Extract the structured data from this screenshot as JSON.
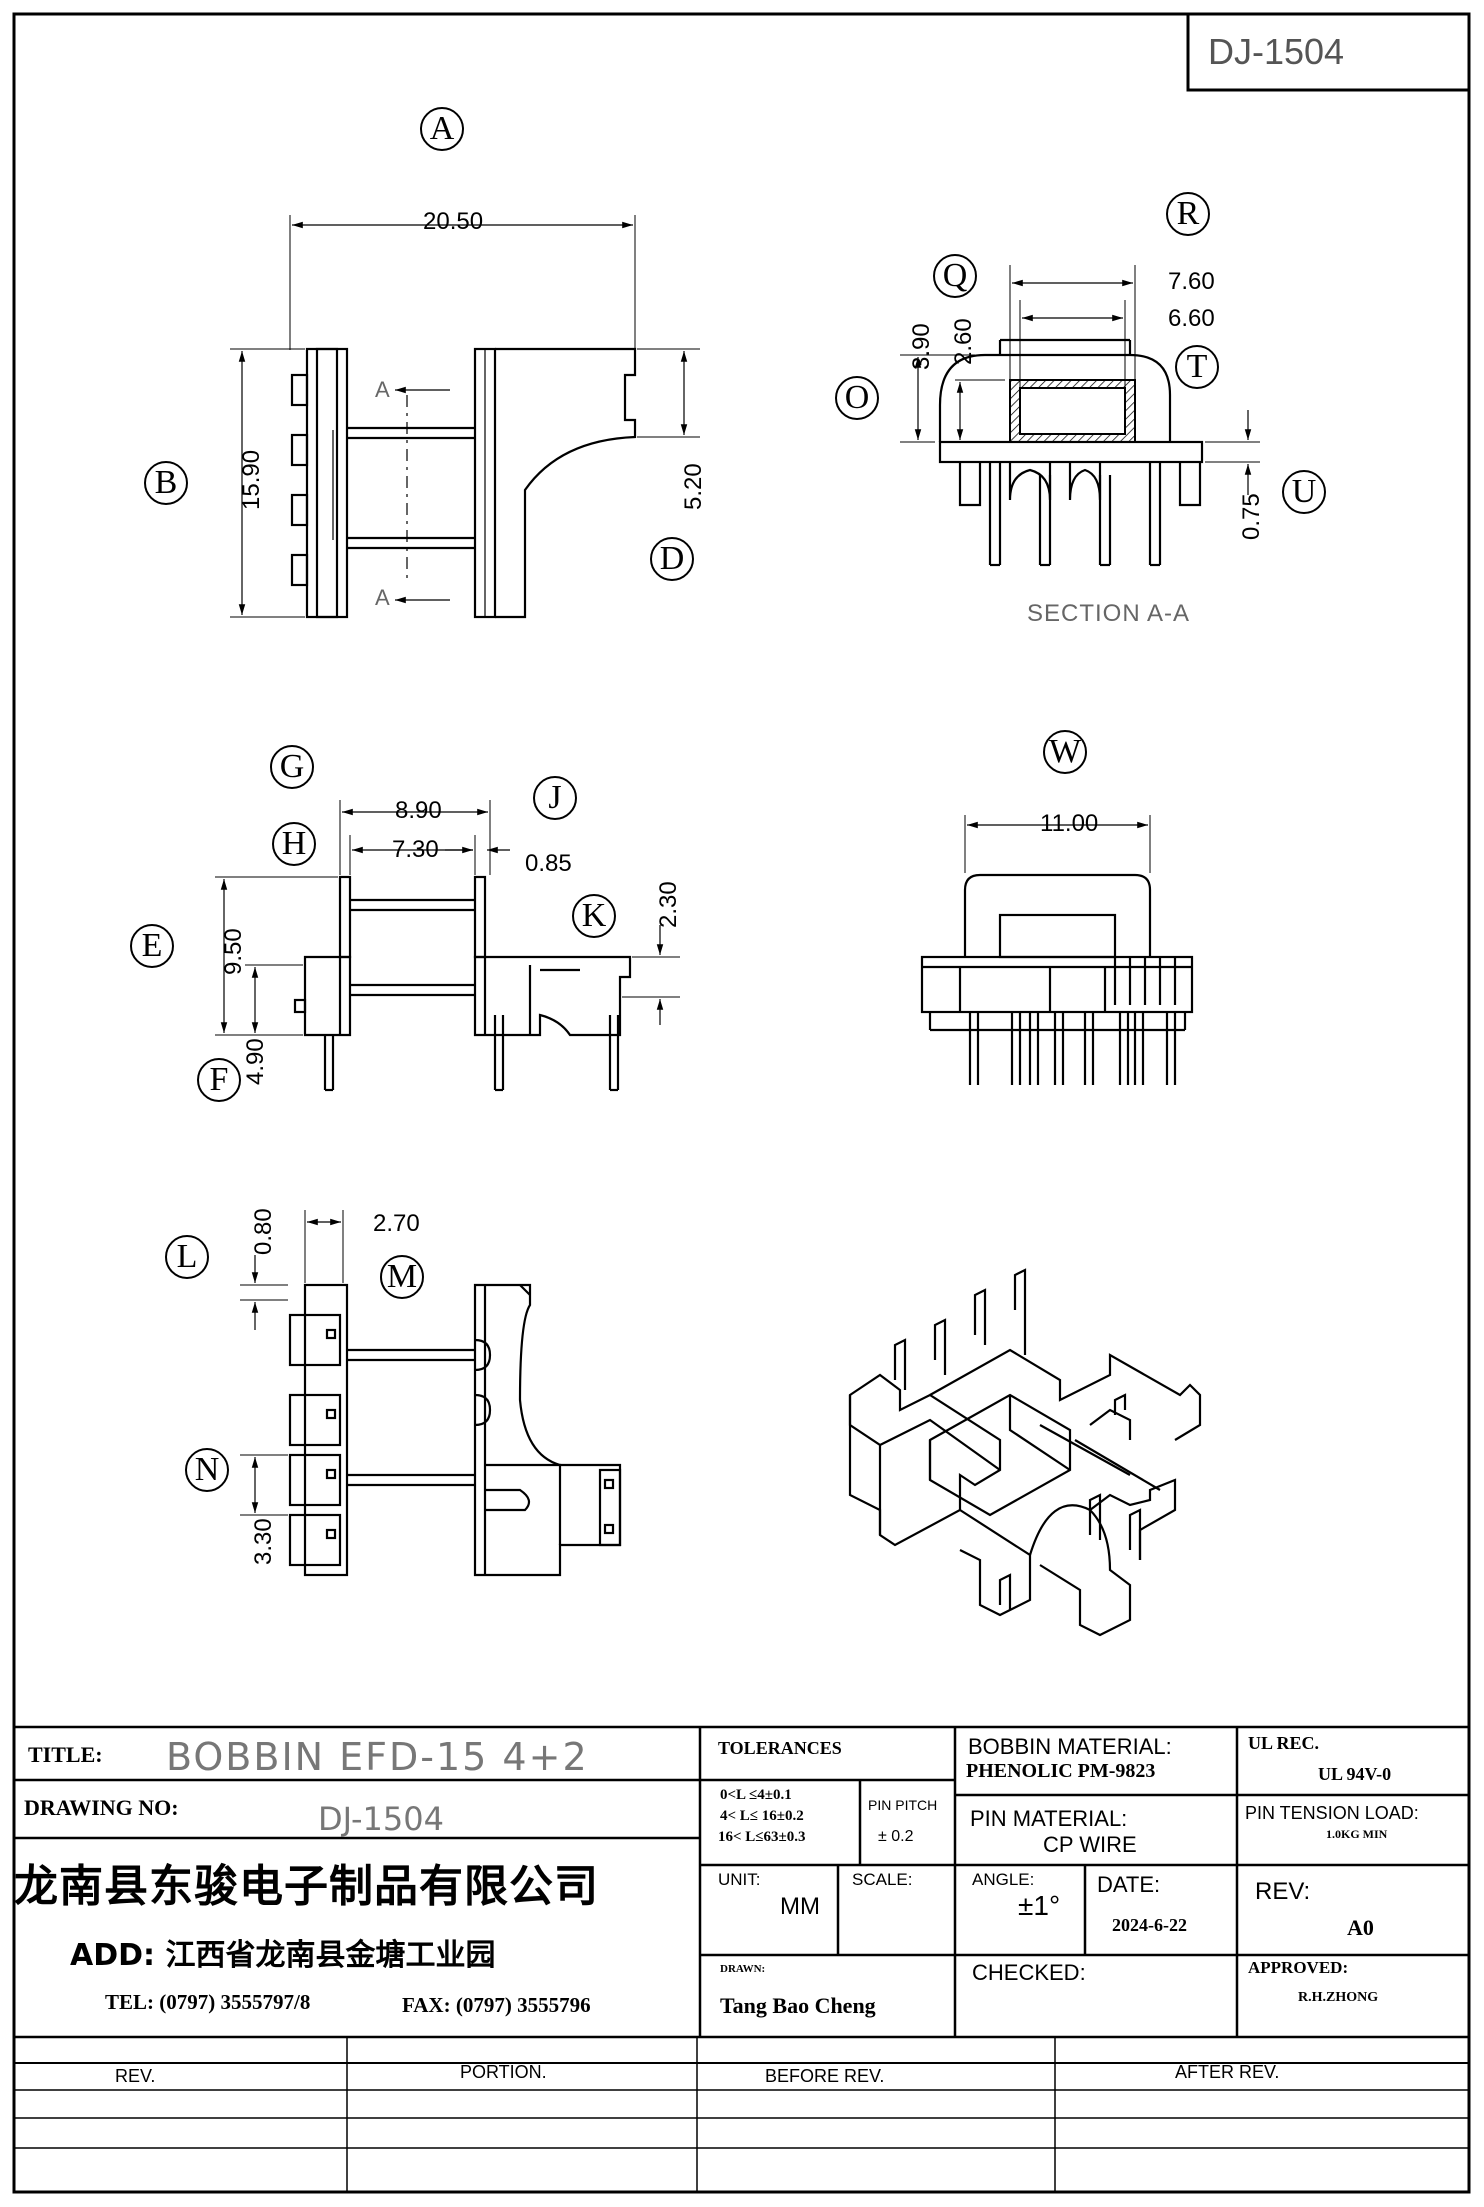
{
  "drawing_code_box": "DJ-1504",
  "views": {
    "a": {
      "label": "A",
      "dim_width": "20.50",
      "dim_height": "15.90",
      "dim_side": "5.20",
      "section_mark": "A",
      "label_b": "B",
      "label_d": "D"
    },
    "section": {
      "label_r": "R",
      "label_q": "Q",
      "label_o": "O",
      "label_t": "T",
      "label_u": "U",
      "dim_760": "7.60",
      "dim_660": "6.60",
      "dim_390": "3.90",
      "dim_260": "2.60",
      "dim_075": "0.75",
      "caption": "SECTION A-A"
    },
    "side": {
      "label_g": "G",
      "label_h": "H",
      "label_j": "J",
      "label_k": "K",
      "label_e": "E",
      "label_f": "F",
      "dim_890": "8.90",
      "dim_730": "7.30",
      "dim_085": "0.85",
      "dim_230": "2.30",
      "dim_950": "9.50",
      "dim_490": "4.90"
    },
    "front": {
      "label_w": "W",
      "dim_1100": "11.00"
    },
    "bottom": {
      "label_l": "L",
      "label_m": "M",
      "label_n": "N",
      "dim_080": "0.80",
      "dim_270": "2.70",
      "dim_330": "3.30"
    }
  },
  "title_block": {
    "title_label": "TITLE:",
    "title_value": "BOBBIN  EFD-15  4+2",
    "drawing_no_label": "DRAWING NO:",
    "drawing_no_value": "DJ-1504",
    "company": "龙南县东骏电子制品有限公司",
    "address": "ADD: 江西省龙南县金塘工业园",
    "tel": "TEL: (0797) 3555797/8",
    "fax": "FAX: (0797) 3555796",
    "tolerances_label": "TOLERANCES",
    "tol_line1": "0<L ≤4±0.1",
    "tol_line2": "4< L≤   16±0.2",
    "tol_line3": "16< L≤63±0.3",
    "pin_pitch_label": "PIN PITCH",
    "pin_pitch_value": "± 0.2",
    "unit_label": "UNIT:",
    "unit_value": "MM",
    "scale_label": "SCALE:",
    "drawn_label": "DRAWN:",
    "drawn_value": "Tang Bao Cheng",
    "bobbin_material_label": "BOBBIN MATERIAL:",
    "bobbin_material_value": "PHENOLIC  PM-9823",
    "pin_material_label": "PIN MATERIAL:",
    "pin_material_value": "CP WIRE",
    "angle_label": "ANGLE:",
    "angle_value": "±1°",
    "date_label": "DATE:",
    "date_value": "2024-6-22",
    "checked_label": "CHECKED:",
    "ul_rec_label": "UL REC.",
    "ul_rec_value": "UL  94V-0",
    "pin_tension_label": "PIN TENSION LOAD:",
    "pin_tension_value": "1.0KG MIN",
    "rev_label": "REV:",
    "rev_value": "A0",
    "approved_label": "APPROVED:",
    "approved_value": "R.H.ZHONG"
  },
  "revision_table": {
    "headers": [
      "REV.",
      "PORTION.",
      "BEFORE REV.",
      "AFTER REV."
    ],
    "rows": [
      [
        "",
        "",
        "",
        ""
      ],
      [
        "",
        "",
        "",
        ""
      ],
      [
        "",
        "",
        "",
        ""
      ]
    ]
  }
}
